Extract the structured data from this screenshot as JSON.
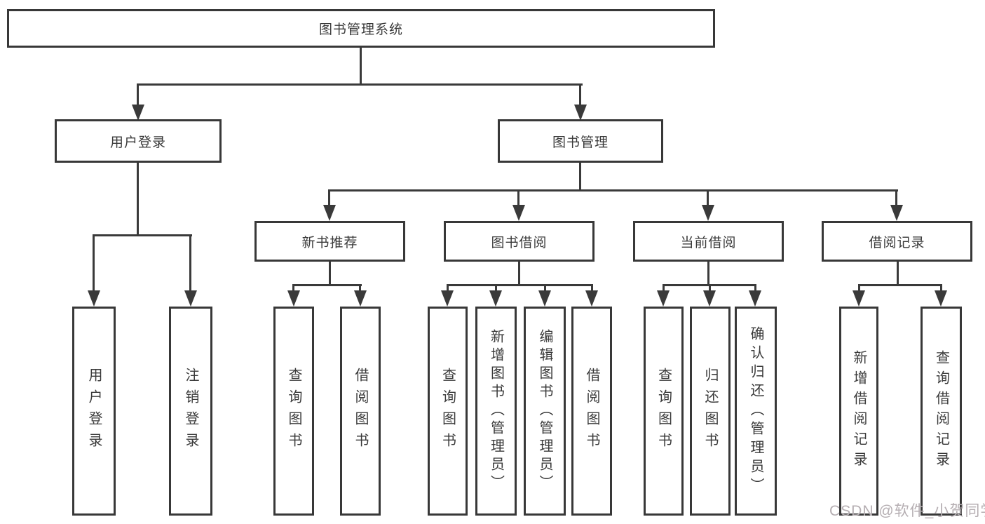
{
  "tree": {
    "root": {
      "label": "图书管理系统"
    },
    "l2": [
      {
        "label": "用户登录",
        "children": [
          {
            "label": "用户登录"
          },
          {
            "label": "注销登录"
          }
        ]
      },
      {
        "label": "图书管理",
        "children": [
          {
            "label": "新书推荐",
            "children": [
              {
                "label": "查询图书"
              },
              {
                "label": "借阅图书"
              }
            ]
          },
          {
            "label": "图书借阅",
            "children": [
              {
                "label": "查询图书"
              },
              {
                "label": "新增图书（管理员）"
              },
              {
                "label": "编辑图书（管理员）"
              },
              {
                "label": "借阅图书"
              }
            ]
          },
          {
            "label": "当前借阅",
            "children": [
              {
                "label": "查询图书"
              },
              {
                "label": "归还图书"
              },
              {
                "label": "确认归还（管理员）"
              }
            ]
          },
          {
            "label": "借阅记录",
            "children": [
              {
                "label": "新增借阅记录"
              },
              {
                "label": "查询借阅记录"
              }
            ]
          }
        ]
      }
    ]
  },
  "watermark": {
    "text": "CSDN @软件_小贺同学"
  },
  "colors": {
    "line": "#3a3a3a",
    "box_border": "#383838",
    "box_bg": "#ffffff",
    "text": "#3a3a3a",
    "watermark": "#b5aeb2"
  }
}
